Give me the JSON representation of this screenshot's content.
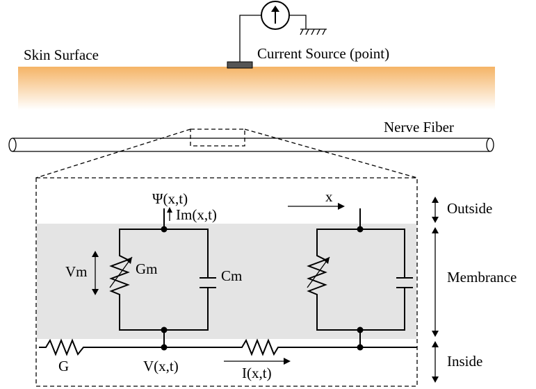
{
  "labels": {
    "skin_surface": "Skin Surface",
    "current_source": "Current Source (point)",
    "nerve_fiber": "Nerve Fiber",
    "psi": "Ψ(x,t)",
    "im": "Im(x,t)",
    "x_axis": "x",
    "outside": "Outside",
    "membrance": "Membrance",
    "inside": "Inside",
    "vm": "Vm",
    "gm": "Gm",
    "cm": "Cm",
    "g": "G",
    "v": "V(x,t)",
    "i": "I(x,t)"
  },
  "colors": {
    "skin_top": "#f5b466",
    "skin_bottom": "#ffffff",
    "membrane_band": "#e4e4e4",
    "ink": "#000000"
  }
}
